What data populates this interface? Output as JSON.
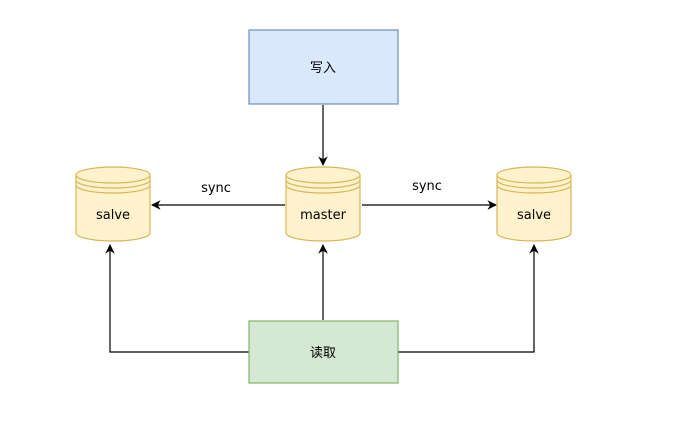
{
  "nodes": {
    "write": {
      "label": "写入",
      "fill": "#dae8fc",
      "stroke": "#6c8ebf"
    },
    "read": {
      "label": "读取",
      "fill": "#d5e8d4",
      "stroke": "#82b366"
    },
    "master": {
      "label": "master",
      "fill": "#fff2cc",
      "stroke": "#d6b656"
    },
    "slave_left": {
      "label": "salve",
      "fill": "#fff2cc",
      "stroke": "#d6b656"
    },
    "slave_right": {
      "label": "salve",
      "fill": "#fff2cc",
      "stroke": "#d6b656"
    }
  },
  "edges": {
    "sync_left": {
      "label": "sync"
    },
    "sync_right": {
      "label": "sync"
    }
  },
  "colors": {
    "edge": "#000000"
  }
}
